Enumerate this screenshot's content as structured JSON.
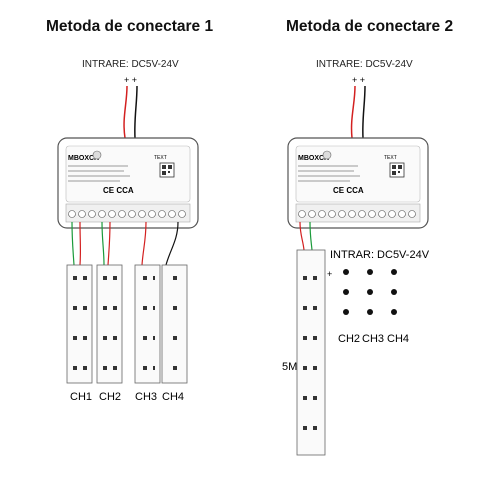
{
  "method1": {
    "title": "Metoda de conectare 1",
    "input_label": "INTRARE: DC5V-24V",
    "plus_signs": "+ +",
    "channels": [
      "CH1",
      "CH2",
      "CH3",
      "CH4"
    ]
  },
  "method2": {
    "title": "Metoda de conectare 2",
    "input_label": "INTRARE: DC5V-24V",
    "plus_signs": "+ +",
    "strip_input_label": "INTRAR: DC5V-24V",
    "strip_length": "5M",
    "channels": [
      "CH2",
      "CH3",
      "CH4"
    ],
    "plus_mark": "+"
  },
  "controller": {
    "brand": "MBOXCR",
    "cert_mark": "CE CCA",
    "button_text": "TEXT"
  },
  "colors": {
    "wire_red": "#d32020",
    "wire_black": "#111111",
    "wire_green": "#1a9a3a",
    "wire_white": "#bbbbbb",
    "device_border": "#555555"
  }
}
